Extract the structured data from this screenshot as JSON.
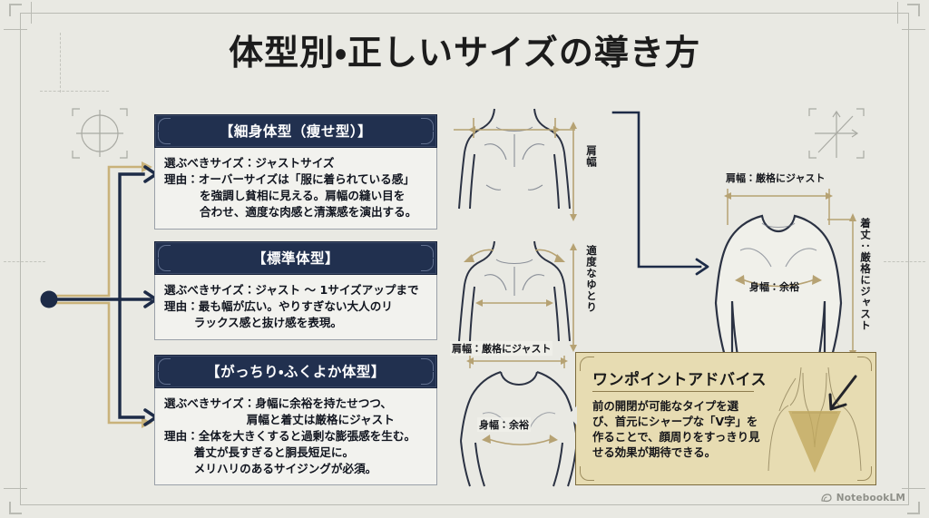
{
  "page": {
    "title": "体型別・正しいサイズの導き方",
    "background_color": "#e9e9e3",
    "navy": "#21304f",
    "gold": "#c9b27a",
    "frame_color": "#b9bab3"
  },
  "watermark": {
    "label": "NotebookLM"
  },
  "cards": [
    {
      "heading": "【細身体型（痩せ型）】",
      "lines": [
        "選ぶべきサイズ：ジャストサイズ",
        "理由：オーバーサイズは「服に着られている感」",
        "を強調し貧相に見える。肩幅の縫い目を",
        "合わせ、適度な肉感と清潔感を演出する。"
      ]
    },
    {
      "heading": "【標準体型】",
      "lines": [
        "選ぶべきサイズ：ジャスト 〜 1サイズアップまで",
        "理由：最も幅が広い。やりすぎない大人のリ",
        "ラックス感と抜け感を表現。"
      ]
    },
    {
      "heading": "【がっちり・ふくよか体型】",
      "lines": [
        "選ぶべきサイズ：身幅に余裕を持たせつつ、",
        "肩幅と着丈は厳格にジャスト",
        "理由：全体を大きくすると過剰な膨張感を生む。",
        "着丈が長すぎると胴長短足に。",
        "メリハリのあるサイジングが必須。"
      ]
    }
  ],
  "figures": {
    "fig1_label": "肩幅",
    "fig2_label": "適度なゆとり",
    "fig3_shoulder": "肩幅：厳格にジャスト",
    "fig3_body": "身幅：余裕"
  },
  "right_figure": {
    "shoulder": "肩幅：厳格にジャスト",
    "body": "身幅：余裕",
    "length": "着丈：厳格にジャスト"
  },
  "advice": {
    "title": "ワンポイントアドバイス",
    "lines": [
      "前の開閉が可能なタイプを選",
      "び、首元にシャープな「V字」を",
      "作ることで、顔周りをすっきり見",
      "せる効果が期待できる。"
    ]
  }
}
